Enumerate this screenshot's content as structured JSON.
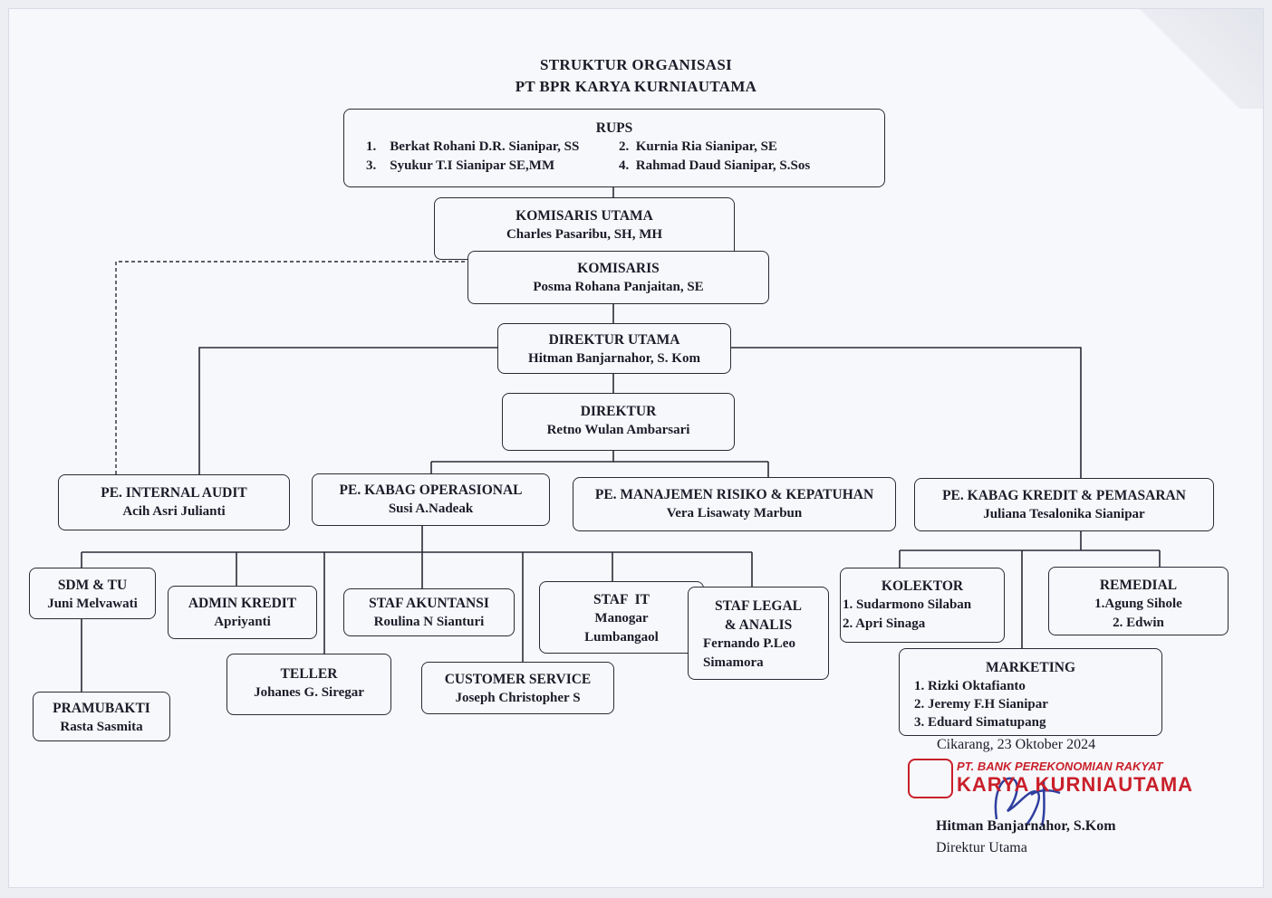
{
  "header": {
    "title": "STRUKTUR ORGANISASI",
    "company": "PT BPR KARYA KURNIAUTAMA"
  },
  "rups": {
    "title": "RUPS",
    "members": [
      "Berkat Rohani D.R. Sianipar, SS",
      "Kurnia Ria Sianipar, SE",
      "Syukur T.I Sianipar SE,MM",
      "Rahmad Daud Sianipar, S.Sos"
    ],
    "numbers": [
      "1.",
      "2.",
      "3.",
      "4."
    ]
  },
  "komisaris_utama": {
    "title": "KOMISARIS UTAMA",
    "name": "Charles Pasaribu, SH, MH"
  },
  "komisaris": {
    "title": "KOMISARIS",
    "name": "Posma Rohana Panjaitan, SE"
  },
  "direktur_utama": {
    "title": "DIREKTUR UTAMA",
    "name": "Hitman Banjarnahor, S. Kom"
  },
  "direktur": {
    "title": "DIREKTUR",
    "name": "Retno Wulan Ambarsari"
  },
  "internal_audit": {
    "title": "PE. INTERNAL AUDIT",
    "name": "Acih Asri Julianti"
  },
  "kabag_operasional": {
    "title": "PE. KABAG OPERASIONAL",
    "name": "Susi A.Nadeak"
  },
  "manajemen_risiko": {
    "title": "PE. MANAJEMEN RISIKO & KEPATUHAN",
    "name": "Vera Lisawaty Marbun"
  },
  "kabag_kredit": {
    "title": "PE. KABAG KREDIT & PEMASARAN",
    "name": "Juliana Tesalonika Sianipar"
  },
  "sdm_tu": {
    "title": "SDM & TU",
    "name": "Juni Melvawati"
  },
  "admin_kredit": {
    "title": "ADMIN KREDIT",
    "name": "Apriyanti"
  },
  "staf_akuntansi": {
    "title": "STAF AKUNTANSI",
    "name": "Roulina N Sianturi"
  },
  "staf_it": {
    "title": "STAF  IT",
    "name_line1": "Manogar",
    "name_line2": "Lumbangaol"
  },
  "staf_legal": {
    "title_line1": "STAF LEGAL",
    "title_line2": "& ANALIS",
    "name_line1": "Fernando P.Leo",
    "name_line2": "Simamora"
  },
  "teller": {
    "title": "TELLER",
    "name": "Johanes G. Siregar"
  },
  "customer_service": {
    "title": "CUSTOMER SERVICE",
    "name": "Joseph Christopher S"
  },
  "pramubakti": {
    "title": "PRAMUBAKTI",
    "name": "Rasta Sasmita"
  },
  "kolektor": {
    "title": "KOLEKTOR",
    "members": [
      "1.  Sudarmono Silaban",
      "2.  Apri Sinaga"
    ]
  },
  "remedial": {
    "title": "REMEDIAL",
    "members": [
      "1.Agung Sihole",
      "2. Edwin"
    ]
  },
  "marketing": {
    "title": "MARKETING",
    "members": [
      "1. Rizki Oktafianto",
      "2. Jeremy F.H Sianipar",
      "3. Eduard Simatupang"
    ]
  },
  "signature": {
    "place_date": "Cikarang, 23 Oktober 2024",
    "stamp_top": "PT. BANK PEREKONOMIAN RAKYAT",
    "stamp_main": "KARYA KURNIAUTAMA",
    "signer": "Hitman Banjarnahor, S.Kom",
    "position": "Direktur Utama"
  },
  "colors": {
    "ink": "#1c1c28",
    "stamp": "#c9202a",
    "signature": "#2f3f9e",
    "paper": "#f7f8fc"
  }
}
